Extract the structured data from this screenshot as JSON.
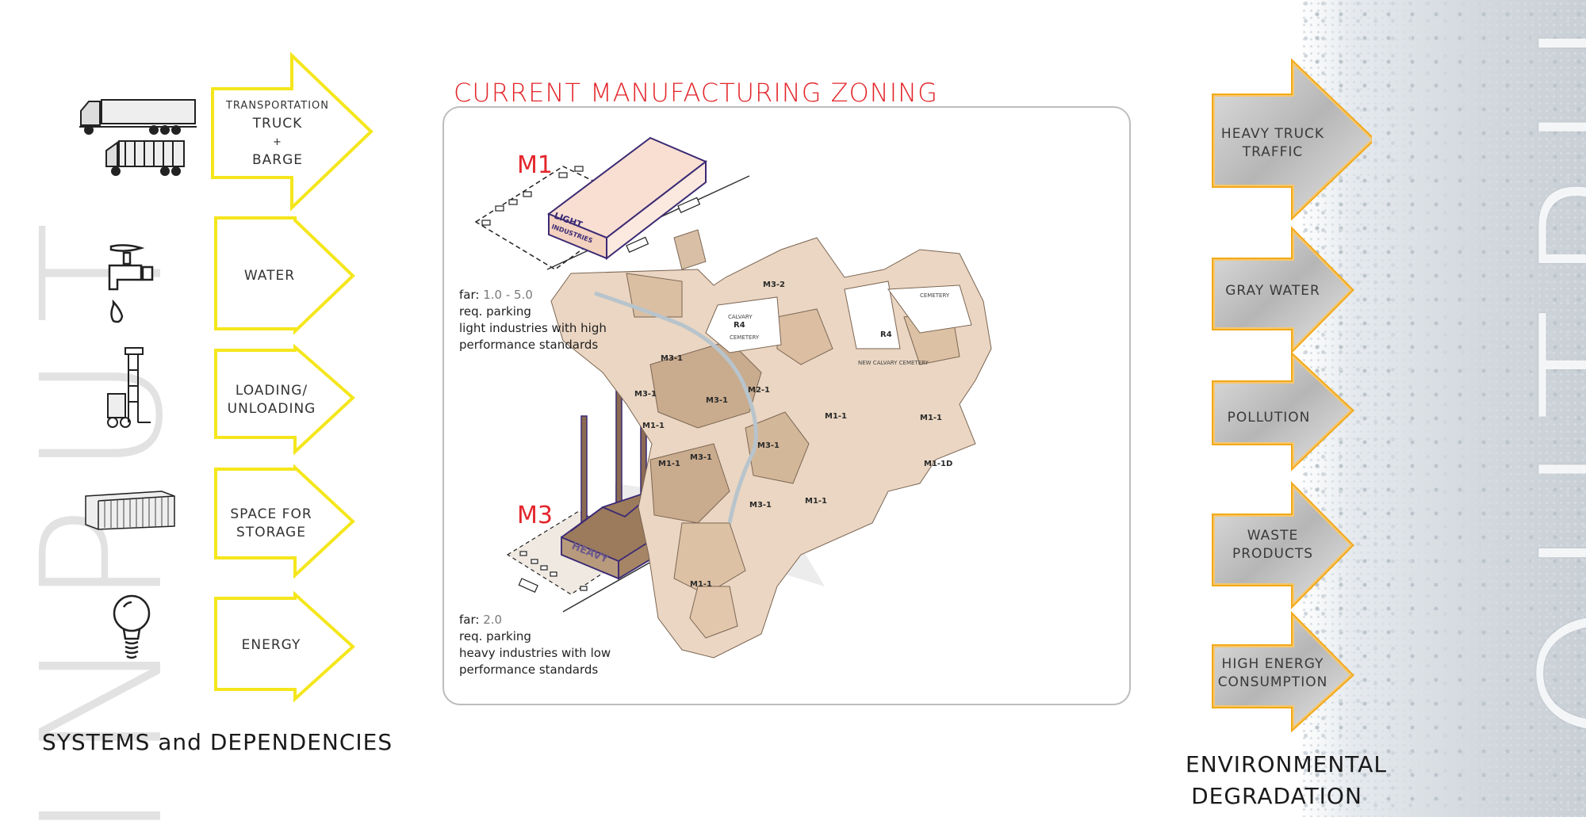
{
  "left": {
    "title": "INPUT",
    "caption": "SYSTEMS and DEPENDENCIES",
    "arrows": [
      {
        "line1": "TRANSPORTATION",
        "line2": "TRUCK",
        "line3": "+",
        "line4": "BARGE",
        "icon": "truck-icon"
      },
      {
        "label": "WATER",
        "icon": "faucet-icon"
      },
      {
        "line1": "LOADING/",
        "line2": "UNLOADING",
        "icon": "forklift-icon"
      },
      {
        "line1": "SPACE FOR",
        "line2": "STORAGE",
        "icon": "container-icon"
      },
      {
        "label": "ENERGY",
        "icon": "lightbulb-icon"
      }
    ],
    "arrow_color": "#f5e61c"
  },
  "center": {
    "title": "CURRENT MANUFACTURING ZONING",
    "title_color": "#e3262b",
    "m1": {
      "code": "M1",
      "building_label_1": "LIGHT",
      "building_label_2": "INDUSTRIES",
      "far_key": "far:",
      "far_value": "1.0 - 5.0",
      "parking": "req. parking",
      "desc1": "light industries with high",
      "desc2": "performance standards"
    },
    "m3": {
      "code": "M3",
      "building_label": "HEAVY",
      "far_key": "far:",
      "far_value": "2.0",
      "parking": "req. parking",
      "desc1": "heavy industries with low",
      "desc2": "performance standards"
    },
    "map_labels": {
      "m3_2": "M3-2",
      "m3_1a": "M3-1",
      "m3_1b": "M3-1",
      "m3_1c": "M3-1",
      "m3_1d": "M3-1",
      "m3_1e": "M3-1",
      "m3_1f": "M3-1",
      "m2_1": "M2-1",
      "m1_1a": "M1-1",
      "m1_1b": "M1-1",
      "m1_1c": "M1-1",
      "m1_1d": "M1-1",
      "m1_1e": "M1-1",
      "m1_1f": "M1-1",
      "m1_1d2": "M1-1D",
      "r4a": "R4",
      "r4b": "R4",
      "calvary": "CALVARY",
      "cemetery": "CEMETERY",
      "cemetery2": "CEMETERY",
      "new_calvary": "NEW CALVARY CEMETERY"
    }
  },
  "right": {
    "title": "OUTPUT",
    "caption_1": "ENVIRONMENTAL",
    "caption_2": "DEGRADATION",
    "arrow_color": "#f2a91c",
    "arrows": [
      {
        "line1": "HEAVY TRUCK",
        "line2": "TRAFFIC"
      },
      {
        "line1": "GRAY WATER",
        "line2": ""
      },
      {
        "line1": "POLLUTION",
        "line2": ""
      },
      {
        "line1": "WASTE",
        "line2": "PRODUCTS"
      },
      {
        "line1": "HIGH ENERGY",
        "line2": "CONSUMPTION"
      }
    ]
  }
}
